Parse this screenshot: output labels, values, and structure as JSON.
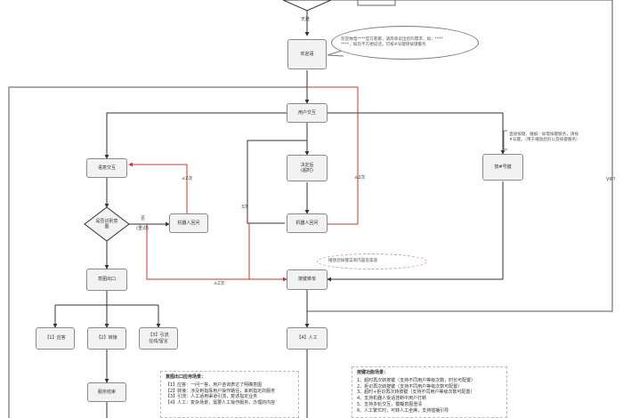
{
  "nodes": {
    "welcome": "欢迎语",
    "user_interaction": "用户交互",
    "menu_interaction": "语意交互",
    "decision_line1": "决定后",
    "decision_line2": "(超时)",
    "transfer_button": "按#号键",
    "is_recognized_line1": "是否识别意",
    "is_recognized_line2": "图",
    "robot_reply_left": "机器人回问",
    "robot_reply_mid": "机器人回问",
    "intent_exit": "意图出口",
    "keyword_menu": "按键菜单",
    "opt_1": "【1】应答",
    "opt_2_line1": "【2】转接",
    "opt_3_line1": "【3】引流",
    "opt_3_line2": "在线/留言",
    "opt_4": "【4】人工",
    "service_end": "服务结束"
  },
  "edge_labels": {
    "no_hangup": "无挂",
    "no_line1": "否",
    "no_line2": "(重识)",
    "loop_left": "≤2次",
    "loop_bottom": "≤2次",
    "three_times": "3次",
    "le2_times": "≤2次",
    "vip": "VIP?"
  },
  "bubbles": {
    "welcome_line1": "欢迎致电****官方客服，请简单说出您的需求，如：****",
    "welcome_line2": "****，如您不方便说话，可按#号键转按键服务",
    "menu_hint": "播放您按键菜单内容及渠道"
  },
  "side_note": {
    "line1": "直接按键，播报：如需按键服务，请按",
    "line2": "#号键。（用于播放后的以及按键服务）"
  },
  "notes": {
    "intent": {
      "title": "意图出口应用场景：",
      "rows": [
        "【1】应答：一问一答，用户咨询表达了明确意图",
        "【2】转接：涉及到指挥用户操作路径，来到指定的服务",
        "【3】引流：人工适用渠道引流，复述指定业务",
        "【4】人工：复杂场景，需要人工操作服务，办理的内容"
      ]
    },
    "keyword": {
      "title": "按键功能场景：",
      "rows": [
        "1、超时再次转按键（支持不同用户等级次数，时长可配置）",
        "2、拒识再次转按键（支持不同用户等级次数可配置）",
        "3、超时+拒识再次转按键（支持不同用户等级次数可配置）",
        "4、支持机器人受话挂断中用户打断",
        "5、支持多轮交互，模糊意图澄清",
        "6、人工繁忙时，可转人工坐席，支持插播引导"
      ]
    }
  }
}
